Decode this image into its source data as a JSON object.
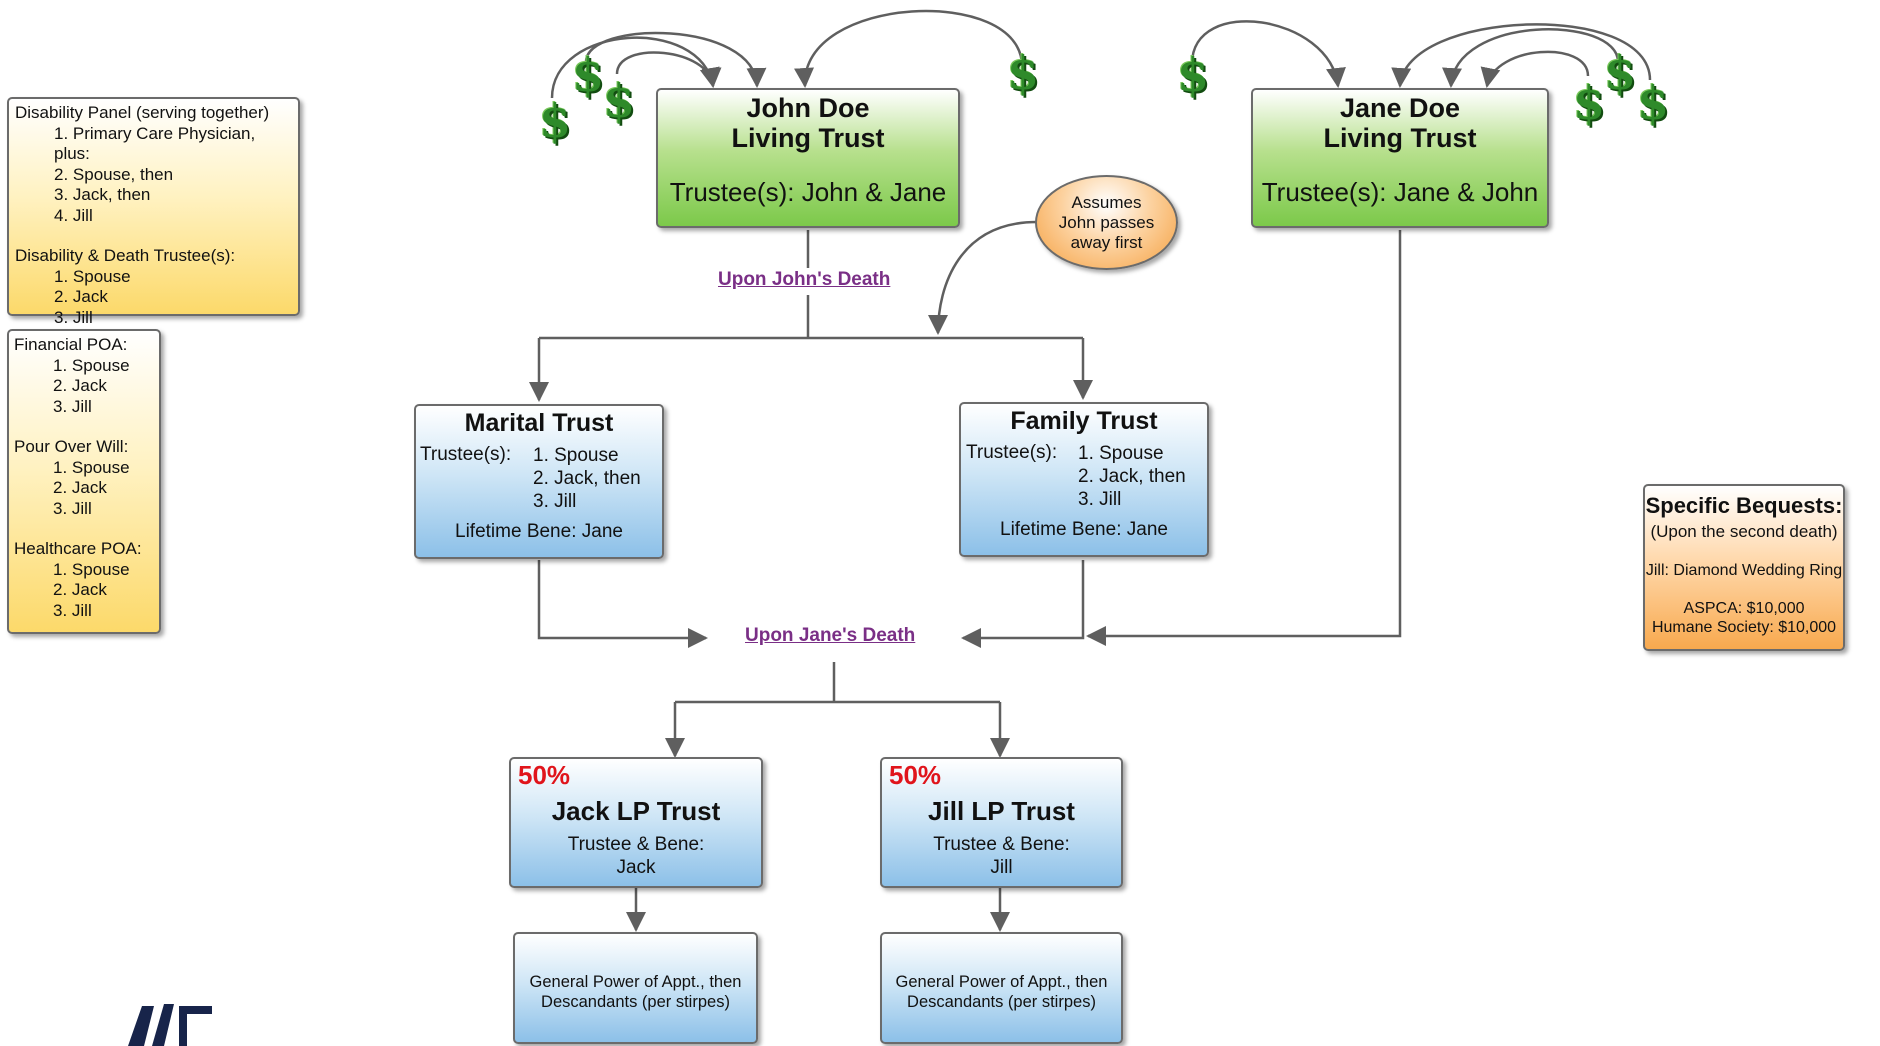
{
  "disability_panel": {
    "title": "Disability Panel (serving together)",
    "items": [
      "1. Primary Care Physician, plus:",
      "2. Spouse, then",
      "3. Jack, then",
      "4. Jill"
    ],
    "death_title": "Disability & Death Trustee(s):",
    "death_items": [
      "1. Spouse",
      "2. Jack",
      "3. Jill"
    ]
  },
  "documents_panel": {
    "financial_title": "Financial POA:",
    "financial_items": [
      "1. Spouse",
      "2. Jack",
      "3. Jill"
    ],
    "will_title": "Pour Over Will:",
    "will_items": [
      "1. Spouse",
      "2. Jack",
      "3. Jill"
    ],
    "healthcare_title": "Healthcare POA:",
    "healthcare_items": [
      "1. Spouse",
      "2. Jack",
      "3. Jill"
    ]
  },
  "john_trust": {
    "name": "John Doe",
    "type": "Living Trust",
    "trustees": "Trustee(s): John & Jane"
  },
  "jane_trust": {
    "name": "Jane Doe",
    "type": "Living Trust",
    "trustees": "Trustee(s): Jane & John"
  },
  "assumption": {
    "line1": "Assumes",
    "line2": "John passes",
    "line3": "away first"
  },
  "events": {
    "john_death": "Upon John's Death",
    "jane_death": "Upon Jane's Death"
  },
  "marital_trust": {
    "title": "Marital Trust",
    "trustee_label": "Trustee(s):",
    "trustees": [
      "1. Spouse",
      "2. Jack, then",
      "3. Jill"
    ],
    "bene": "Lifetime Bene: Jane"
  },
  "family_trust": {
    "title": "Family Trust",
    "trustee_label": "Trustee(s):",
    "trustees": [
      "1. Spouse",
      "2. Jack, then",
      "3. Jill"
    ],
    "bene": "Lifetime Bene: Jane"
  },
  "bequests": {
    "title": "Specific Bequests:",
    "subtitle": "(Upon the second death)",
    "item1": "Jill: Diamond Wedding Ring",
    "item2": "ASPCA: $10,000",
    "item3": "Humane Society: $10,000"
  },
  "jack_trust": {
    "percent": "50%",
    "title": "Jack LP Trust",
    "line1": "Trustee & Bene:",
    "line2": "Jack"
  },
  "jill_trust": {
    "percent": "50%",
    "title": "Jill LP Trust",
    "line1": "Trustee & Bene:",
    "line2": "Jill"
  },
  "jack_remainder": {
    "line1": "General Power of Appt., then",
    "line2": "Descandants (per stirpes)"
  },
  "jill_remainder": {
    "line1": "General Power of Appt., then",
    "line2": "Descandants (per stirpes)"
  },
  "dollar_symbol": "$",
  "colors": {
    "connector": "#5f5f5f",
    "event_label": "#7a2f86",
    "percent": "#e0141b",
    "dollar": "#2e8a2a"
  }
}
